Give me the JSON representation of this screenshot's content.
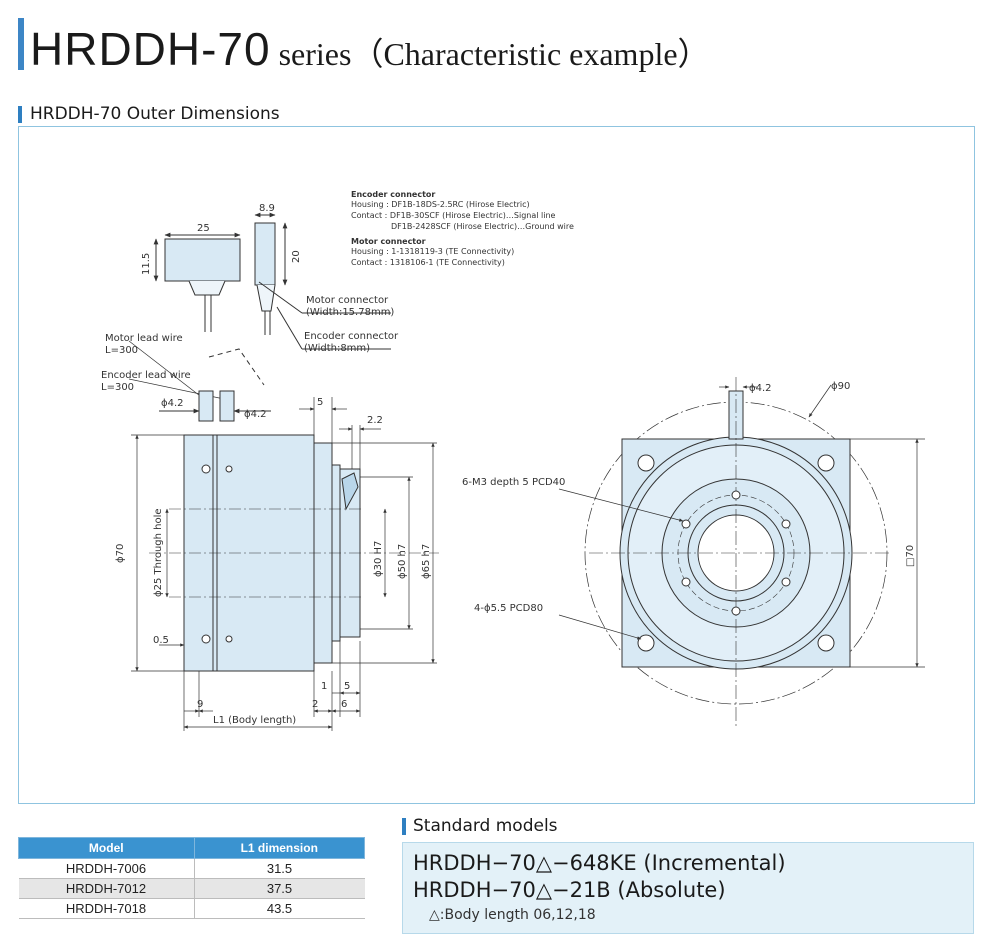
{
  "title": {
    "main": "HRDDH-70",
    "sub": " series（Characteristic example）"
  },
  "sections": {
    "outer_dimensions": "HRDDH-70 Outer Dimensions",
    "standard_models": "Standard models"
  },
  "notes": {
    "encoder_connector_heading": "Encoder connector",
    "encoder_housing": "Housing : DF1B-18DS-2.5RC (Hirose Electric)",
    "encoder_contact_1": "Contact : DF1B-30SCF (Hirose Electric)…Signal line",
    "encoder_contact_2": "DF1B-2428SCF (Hirose Electric)…Ground wire",
    "motor_connector_heading": "Motor connector",
    "motor_housing": "Housing : 1-1318119-3 (TE Connectivity)",
    "motor_contact": "Contact : 1318106-1 (TE Connectivity)"
  },
  "labels": {
    "connector_width": "25",
    "connector_height": "11.5",
    "connector_side_width": "8.9",
    "connector_side_height": "20",
    "motor_connector": "Motor connector",
    "motor_connector_width": "(Width:15.78mm)",
    "encoder_connector": "Encoder connector",
    "encoder_connector_width": "(Width:8mm)",
    "motor_lead_wire": "Motor lead wire",
    "motor_lead_len": "L=300",
    "encoder_lead_wire": "Encoder lead wire",
    "encoder_lead_len": "L=300",
    "phi42_a": "ϕ4.2",
    "phi42_b": "ϕ4.2",
    "dim_5_top": "5",
    "dim_22": "2.2",
    "phi70": "ϕ70",
    "through_hole": "ϕ25 Through hole",
    "phi30": "ϕ30 H7",
    "phi50": "ϕ50 h7",
    "phi65": "ϕ65 h7",
    "dim_05": "0.5",
    "dim_1": "1",
    "dim_5_bot": "5",
    "dim_9": "9",
    "dim_2": "2",
    "dim_6": "6",
    "l1_label": "L1 (Body length)",
    "front_phi42": "ϕ4.2",
    "front_phi90": "ϕ90",
    "tapped_holes": "6-M3 depth 5 PCD40",
    "mount_holes": "4-ϕ5.5 PCD80",
    "square70": "□70"
  },
  "table": {
    "headers": [
      "Model",
      "L1 dimension"
    ],
    "rows": [
      [
        "HRDDH-7006",
        "31.5"
      ],
      [
        "HRDDH-7012",
        "37.5"
      ],
      [
        "HRDDH-7018",
        "43.5"
      ]
    ]
  },
  "standard_models": {
    "incremental": "HRDDH−70△−648KE (Incremental)",
    "absolute": "HRDDH−70△−21B (Absolute)",
    "note": "△:Body length   06,12,18"
  },
  "colors": {
    "accent": "#3d86c6",
    "body_fill": "#d8e9f4",
    "table_header": "#3a93d0",
    "std_box": "#e3f1f8"
  }
}
